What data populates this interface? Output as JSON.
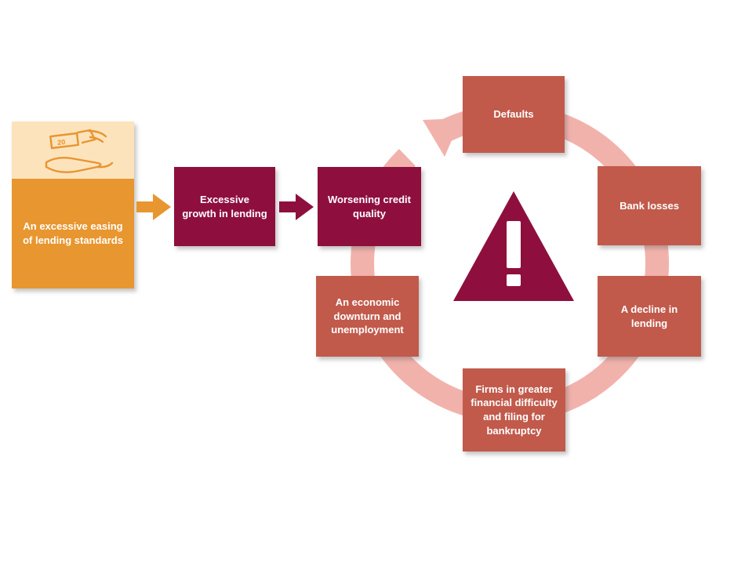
{
  "palette": {
    "orange": "#E8962F",
    "cream": "#FCE3BC",
    "maroon": "#8E0F3E",
    "terracotta": "#C15A4B",
    "ring_pink": "#F2B2AC",
    "text": "#FFFFFF"
  },
  "intro_flow": {
    "step1": "An excessive easing of lending standards",
    "step2": "Excessive growth in lending",
    "step3": "Worsening credit quality"
  },
  "icon": {
    "banknote_value": "20"
  },
  "cycle": {
    "items": [
      {
        "label": "Defaults"
      },
      {
        "label": "Bank losses"
      },
      {
        "label": "A decline in lending"
      },
      {
        "label": "Firms in greater financial difficulty and filing for bankruptcy"
      },
      {
        "label": "An economic downturn and unemployment"
      }
    ]
  }
}
